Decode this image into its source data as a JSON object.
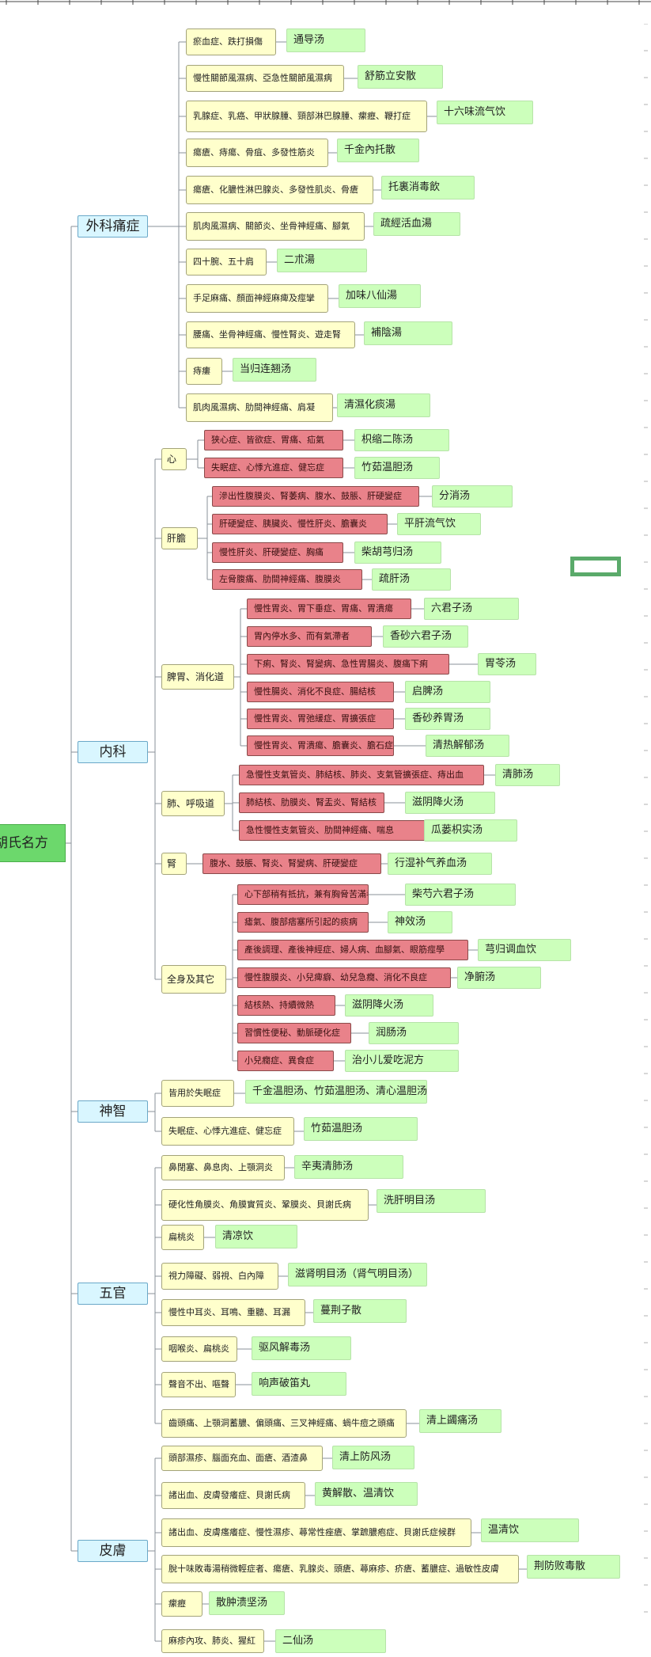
{
  "root": "胡氏名方",
  "categories": {
    "surgery": "外科痛症",
    "internal": "内科",
    "mind": "神智",
    "senses": "五官",
    "skin": "皮膚"
  },
  "sub": {
    "heart": "心",
    "liver": "肝膽",
    "spleen": "脾胃、消化道",
    "lung": "肺、呼吸道",
    "kidney": "腎",
    "body": "全身及其它"
  },
  "surgery": [
    {
      "cond": "瘀血症、跌打損傷",
      "rx": "通导汤"
    },
    {
      "cond": "慢性關節風濕病、亞急性關節風濕病",
      "rx": "舒筋立安散"
    },
    {
      "cond": "乳腺症、乳癌、甲狀腺腫、頸部淋巴腺腫、瘰癧、鞭打症",
      "rx": "十六味流气饮"
    },
    {
      "cond": "瘍瘡、痔瘍、骨疽、多發性筋炎",
      "rx": "千金內托散"
    },
    {
      "cond": "瘍瘡、化膿性淋巴腺炎、多發性肌炎、骨瘡",
      "rx": "托裏消毒飲"
    },
    {
      "cond": "肌肉風濕病、關節炎、坐骨神經痛、腳氣",
      "rx": "疏經活血湯"
    },
    {
      "cond": "四十腕、五十肩",
      "rx": "二朮湯"
    },
    {
      "cond": "手足麻痛、顏面神經麻痺及痙攣",
      "rx": "加味八仙湯"
    },
    {
      "cond": "腰痛、坐骨神經痛、慢性腎炎、遊走腎",
      "rx": "補陰湯"
    },
    {
      "cond": "痔瘻",
      "rx": "当归连翘汤"
    },
    {
      "cond": "肌肉風濕病、肋間神經痛、肩凝",
      "rx": "清濕化痰湯"
    }
  ],
  "heart": [
    {
      "cond": "狭心症、皆欲症、胃痛、疝氣",
      "rx": "枳缩二陈汤"
    },
    {
      "cond": "失眠症、心悸亢進症、健忘症",
      "rx": "竹茹温胆汤"
    }
  ],
  "liver": [
    {
      "cond": "滲出性腹膜炎、腎萎病、腹水、鼓脹、肝硬變症",
      "rx": "分消汤"
    },
    {
      "cond": "肝硬變症、胰臟炎、慢性肝炎、膽囊炎",
      "rx": "平肝流气饮"
    },
    {
      "cond": "慢性肝炎、肝硬變症、胸痛",
      "rx": "柴胡芎归汤"
    },
    {
      "cond": "左脅腹痛、肋間神經痛、腹膜炎",
      "rx": "疏肝汤"
    }
  ],
  "spleen": [
    {
      "cond": "慢性胃炎、胃下垂症、胃痛、胃潰瘍",
      "rx": "六君子汤"
    },
    {
      "cond": "胃內停水多、而有氣滯者",
      "rx": "香砂六君子汤"
    },
    {
      "cond": "下痢、腎炎、腎變病、急性胃腸炎、腹痛下痢",
      "rx": "胃苓汤"
    },
    {
      "cond": "慢性腸炎、消化不良症、腸結核",
      "rx": "启脾汤"
    },
    {
      "cond": "慢性胃炎、胃弛緩症、胃擴張症",
      "rx": "香砂养胃汤"
    },
    {
      "cond": "慢性胃炎、胃潰瘍、膽囊炎、膽石症",
      "rx": "清热解郁汤"
    }
  ],
  "lung": [
    {
      "cond": "急慢性支氣管炎、肺結核、肺炎、支氣管擴張症、痔出血",
      "rx": "清肺汤"
    },
    {
      "cond": "肺結核、肋膜炎、腎盂炎、腎結核",
      "rx": "滋阴降火汤"
    },
    {
      "cond": "急性慢性支氣管炎、肋間神經痛、喘息",
      "rx": "瓜蒌枳实汤"
    }
  ],
  "kidney": [
    {
      "cond": "腹水、鼓脹、腎炎、腎變病、肝硬變症",
      "rx": "行湿补气养血汤"
    }
  ],
  "body": [
    {
      "cond": "心下部稍有抵抗，兼有胸脅苦滿者",
      "rx": "柴芍六君子汤"
    },
    {
      "cond": "瘧氣、腹部痞塞所引起的痰病",
      "rx": "神效汤"
    },
    {
      "cond": "產後調理、產後神經症、婦人病、血腳氣、眼筋痙學",
      "rx": "芎归调血饮"
    },
    {
      "cond": "慢性腹膜炎、小兒痺癖、幼兒急癇、消化不良症",
      "rx": "净腑汤"
    },
    {
      "cond": "結核熱、持續微熱",
      "rx": "滋阴降火汤"
    },
    {
      "cond": "習慣性便秘、動脈硬化症",
      "rx": "润肠汤"
    },
    {
      "cond": "小兒癇症、異食症",
      "rx": "治小儿爱吃泥方"
    }
  ],
  "mind": [
    {
      "cond": "皆用於失眠症",
      "rx": "千金温胆汤、竹茹温胆汤、清心温胆汤"
    },
    {
      "cond": "失眠症、心悸亢進症、健忘症",
      "rx": "竹茹温胆汤"
    }
  ],
  "senses": [
    {
      "cond": "鼻閉塞、鼻息肉、上顎洞炎",
      "rx": "辛夷清肺汤"
    },
    {
      "cond": "硬化性角膜炎、角膜實質炎、鞏膜炎、貝謝氏病",
      "rx": "洗肝明目汤"
    },
    {
      "cond": "扁桃炎",
      "rx": "清凉饮"
    },
    {
      "cond": "視力障礙、弱視、白內障",
      "rx": "滋肾明目汤（肾气明目汤）"
    },
    {
      "cond": "慢性中耳炎、耳鳴、重聽、耳漏",
      "rx": "蔓荆子散"
    },
    {
      "cond": "咽喉炎、扁桃炎",
      "rx": "驱风解毒汤"
    },
    {
      "cond": "聲音不出、嘔聲",
      "rx": "响声破笛丸"
    },
    {
      "cond": "齒頭痛、上顎洞蓄膿、偏頭痛、三叉神經痛、蝸牛痘之頭痛",
      "rx": "清上蠲痛汤"
    }
  ],
  "skin": [
    {
      "cond": "頭部濕疹、腦面充血、面瘡、酒渣鼻",
      "rx": "清上防风汤"
    },
    {
      "cond": "諸出血、皮膚發癢症、貝謝氏病",
      "rx": "黄解散、温清饮"
    },
    {
      "cond": "諸出血、皮膚瘙癢症、慢性濕疹、蕁常性痤瘡、掌蹠膿疱症、貝謝氏症候群",
      "rx": "温清饮"
    },
    {
      "cond": "脫十味敗毒湯稍微輕症者、瘍瘡、乳腺炎、頭瘡、蕁麻疹、疥瘡、蓄膿症、過敏性皮膚",
      "rx": "荆防败毒散"
    },
    {
      "cond": "瘰癧",
      "rx": "散肿溃坚汤"
    },
    {
      "cond": "麻疹內攻、肺炎、猩紅",
      "rx": "二仙汤"
    }
  ],
  "colors": {
    "condition_yellow": "#ffffcc",
    "condition_red": "#e9828a",
    "prescription_green": "#ccffbb",
    "category_blue": "#d9f6ff",
    "root_green": "#6cd86c",
    "connector": "#8a9098"
  }
}
